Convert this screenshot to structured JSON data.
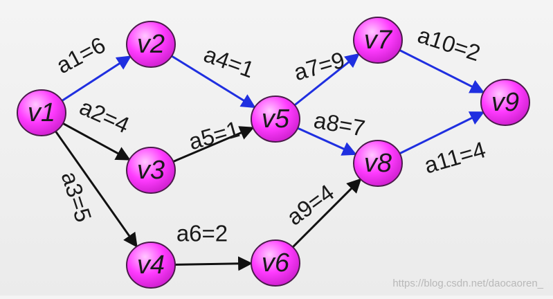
{
  "graph": {
    "nodes": [
      {
        "id": "v1",
        "label": "v1"
      },
      {
        "id": "v2",
        "label": "v2"
      },
      {
        "id": "v3",
        "label": "v3"
      },
      {
        "id": "v4",
        "label": "v4"
      },
      {
        "id": "v5",
        "label": "v5"
      },
      {
        "id": "v6",
        "label": "v6"
      },
      {
        "id": "v7",
        "label": "v7"
      },
      {
        "id": "v8",
        "label": "v8"
      },
      {
        "id": "v9",
        "label": "v9"
      }
    ],
    "edges": [
      {
        "id": "a1",
        "from": "v1",
        "to": "v2",
        "label": "a1=6",
        "critical": true
      },
      {
        "id": "a2",
        "from": "v1",
        "to": "v3",
        "label": "a2=4",
        "critical": false
      },
      {
        "id": "a3",
        "from": "v1",
        "to": "v4",
        "label": "a3=5",
        "critical": false
      },
      {
        "id": "a4",
        "from": "v2",
        "to": "v5",
        "label": "a4=1",
        "critical": true
      },
      {
        "id": "a5",
        "from": "v3",
        "to": "v5",
        "label": "a5=1",
        "critical": false
      },
      {
        "id": "a6",
        "from": "v4",
        "to": "v6",
        "label": "a6=2",
        "critical": false
      },
      {
        "id": "a7",
        "from": "v5",
        "to": "v7",
        "label": "a7=9",
        "critical": true
      },
      {
        "id": "a8",
        "from": "v5",
        "to": "v8",
        "label": "a8=7",
        "critical": true
      },
      {
        "id": "a9",
        "from": "v6",
        "to": "v8",
        "label": "a9=4",
        "critical": false
      },
      {
        "id": "a10",
        "from": "v7",
        "to": "v9",
        "label": "a10=2",
        "critical": true
      },
      {
        "id": "a11",
        "from": "v8",
        "to": "v9",
        "label": "a11=4",
        "critical": true
      }
    ]
  },
  "colors": {
    "node_fill_light": "#ffc8ff",
    "node_fill": "#ff3cff",
    "node_stroke": "#4a1a4a",
    "critical_edge": "#1f2fe0",
    "normal_edge": "#111111"
  },
  "watermark": "https://blog.csdn.net/daocaoren_"
}
